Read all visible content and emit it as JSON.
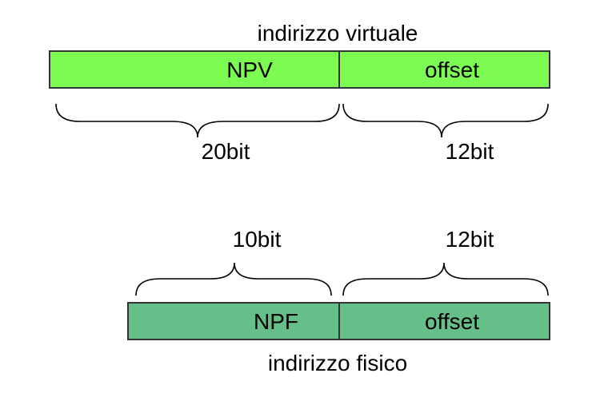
{
  "virtual_address": {
    "title": "indirizzo virtuale",
    "fields": [
      {
        "label": "NPV",
        "bits": "20bit"
      },
      {
        "label": "offset",
        "bits": "12bit"
      }
    ],
    "color": "#7CFC52"
  },
  "physical_address": {
    "title": "indirizzo fisico",
    "fields": [
      {
        "label": "NPF",
        "bits": "10bit"
      },
      {
        "label": "offset",
        "bits": "12bit"
      }
    ],
    "color": "#66BE88"
  },
  "colors": {
    "border": "#333333",
    "text": "#000000"
  }
}
